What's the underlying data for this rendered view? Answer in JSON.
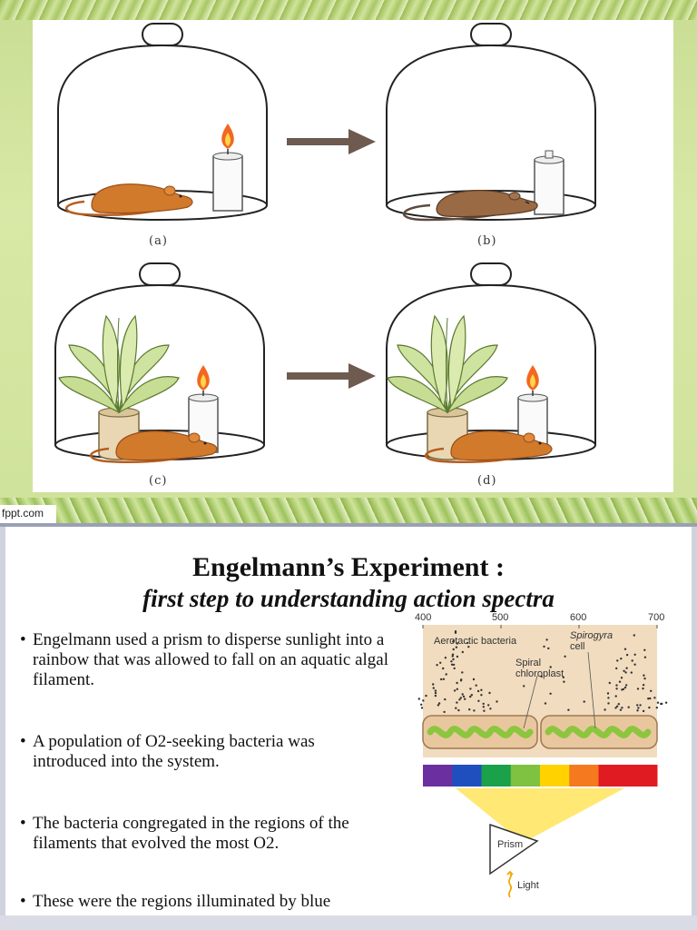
{
  "slide1": {
    "watermark": "fppt.com",
    "panels": [
      {
        "id": "a",
        "label": "(a)",
        "contents": [
          "mouse-alive",
          "candle-lit"
        ]
      },
      {
        "id": "b",
        "label": "(b)",
        "contents": [
          "mouse-dead",
          "candle-out"
        ]
      },
      {
        "id": "c",
        "label": "(c)",
        "contents": [
          "plant",
          "mouse-alive",
          "candle-lit"
        ]
      },
      {
        "id": "d",
        "label": "(d)",
        "contents": [
          "plant",
          "mouse-alive",
          "candle-lit"
        ]
      }
    ],
    "arrow_color": "#6e5a4f",
    "mouse_color": "#d27a2c"
  },
  "slide2": {
    "title": "Engelmann’s Experiment :",
    "subtitle": "first step to understanding action spectra",
    "bullets": [
      {
        "marker": "•",
        "text": "Engelmann used a prism to disperse sunlight into a rainbow that was allowed to fall on an aquatic algal filament."
      },
      {
        "marker": "•",
        "text": "A population of O2-seeking bacteria was introduced into the system."
      },
      {
        "marker": "•",
        "text": "The bacteria congregated in the regions of the filaments that evolved the most O2."
      },
      {
        "marker": "•",
        "text": "These were the regions illuminated by blue"
      }
    ],
    "diagram": {
      "wavelength_ticks": [
        "400",
        "500",
        "600",
        "700"
      ],
      "labels": {
        "bacteria": "Aerotactic bacteria",
        "spirogyra": "Spirogyra",
        "cell": "cell",
        "chloroplast_1": "Spiral",
        "chloroplast_2": "chloroplast",
        "prism": "Prism",
        "light": "Light"
      },
      "colors": {
        "background": "#f1dcc0",
        "filament": "#e9c79e",
        "chloroplast": "#8cc63f",
        "beam": "#ffe45c"
      },
      "spectrum_colors": [
        "#6b2fa0",
        "#1f4fbf",
        "#1aa14a",
        "#7fc241",
        "#ffd200",
        "#f57a1f",
        "#e11b22",
        "#e11b22"
      ]
    }
  }
}
